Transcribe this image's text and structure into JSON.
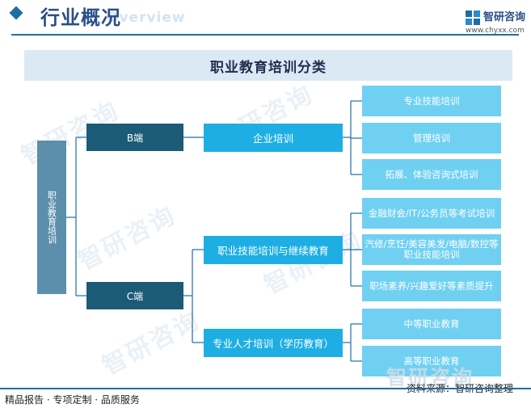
{
  "header": {
    "title": "行业概况",
    "watermark": "Overview",
    "brand": {
      "name": "智研咨询",
      "url": "www.chyxx.com"
    }
  },
  "diagram": {
    "title": "职业教育培训分类",
    "root": "职业教育培训",
    "segments": [
      {
        "label": "B端",
        "categories": [
          {
            "label": "企业培训",
            "items": [
              "专业技能培训",
              "管理培训",
              "拓展、体验咨询式培训"
            ]
          }
        ]
      },
      {
        "label": "C端",
        "categories": [
          {
            "label": "职业技能培训与继续教育",
            "items": [
              "金融财会/IT/公务员等考试培训",
              "汽修/烹饪/美容美发/电脑/数控等职业技能培训",
              "职场素养/兴趣爱好等素质提升"
            ]
          },
          {
            "label": "专业人才培训（学历教育）",
            "items": [
              "中等职业教育",
              "高等职业教育"
            ]
          }
        ]
      }
    ]
  },
  "footer": {
    "left": "精品报告 · 专项定制 · 品质服务",
    "right": "资料来源：智研咨询整理",
    "watermark": "智研咨询"
  },
  "colors": {
    "accent": "#1d6fa3",
    "root": "#5b8fab",
    "segment": "#1b5b77",
    "category": "#1eaee4",
    "item": "#6fd0f2",
    "banner": "#dbe9f4"
  }
}
